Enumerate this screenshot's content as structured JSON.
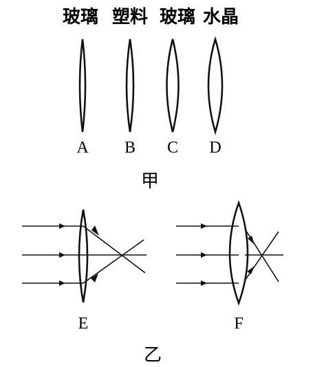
{
  "materials": [
    "玻璃",
    "塑料",
    "玻璃",
    "水晶"
  ],
  "lenses": [
    {
      "letter": "A"
    },
    {
      "letter": "B"
    },
    {
      "letter": "C"
    },
    {
      "letter": "D"
    }
  ],
  "caption_top": "甲",
  "experiment": {
    "lens_e": {
      "letter": "E"
    },
    "lens_f": {
      "letter": "F"
    }
  },
  "caption_bottom": "乙"
}
